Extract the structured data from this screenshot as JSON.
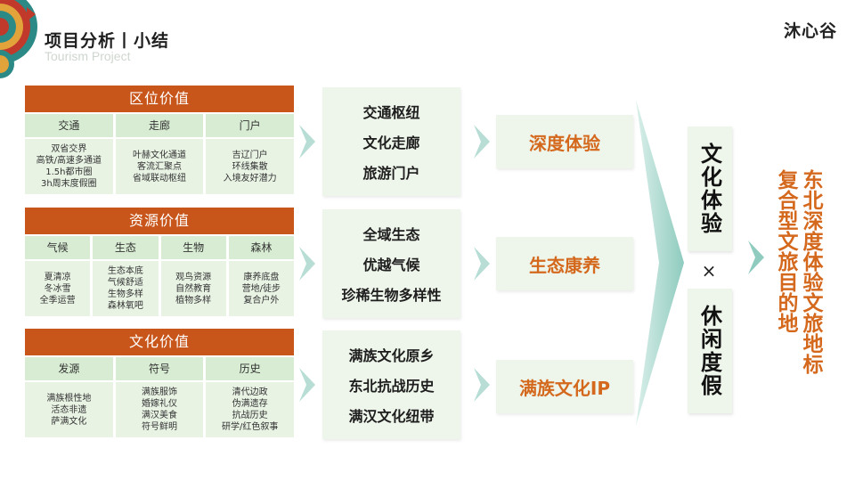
{
  "header": {
    "title": "项目分析丨小结",
    "subtitle": "Tourism Project",
    "logo_text": "沐心谷"
  },
  "panels": [
    {
      "title": "区位价值",
      "columns": [
        {
          "head": "交通",
          "items": [
            "双省交界",
            "高铁/高速多通道",
            "1.5h都市圈",
            "3h周末度假圈"
          ]
        },
        {
          "head": "走廊",
          "items": [
            "叶赫文化通道",
            "客流汇聚点",
            "省域联动枢纽"
          ]
        },
        {
          "head": "门户",
          "items": [
            "吉辽门户",
            "环线集散",
            "入境友好潜力"
          ]
        }
      ]
    },
    {
      "title": "资源价值",
      "columns": [
        {
          "head": "气候",
          "items": [
            "夏清凉",
            "冬冰雪",
            "全季运营"
          ]
        },
        {
          "head": "生态",
          "items": [
            "生态本底",
            "气候舒适",
            "生物多样",
            "森林氧吧"
          ]
        },
        {
          "head": "生物",
          "items": [
            "观鸟资源",
            "自然教育",
            "植物多样"
          ]
        },
        {
          "head": "森林",
          "items": [
            "康养底盘",
            "营地/徒步",
            "复合户外"
          ]
        }
      ]
    },
    {
      "title": "文化价值",
      "columns": [
        {
          "head": "发源",
          "items": [
            "满族根性地",
            "活态非遗",
            "萨满文化"
          ]
        },
        {
          "head": "符号",
          "items": [
            "满族服饰",
            "婚嫁礼仪",
            "满汉美食",
            "符号鲜明"
          ]
        },
        {
          "head": "历史",
          "items": [
            "清代边政",
            "伪满遗存",
            "抗战历史",
            "研学/红色叙事"
          ]
        }
      ]
    }
  ],
  "summaries": [
    {
      "lines": [
        "交通枢纽",
        "文化走廊",
        "旅游门户"
      ]
    },
    {
      "lines": [
        "全域生态",
        "优越气候",
        "珍稀生物多样性"
      ]
    },
    {
      "lines": [
        "满族文化原乡",
        "东北抗战历史",
        "满汉文化纽带"
      ]
    }
  ],
  "results": [
    "深度体验",
    "生态康养",
    "满族文化IP"
  ],
  "combine": {
    "top": "文化体验",
    "times": "×",
    "bottom": "休闲度假"
  },
  "final": {
    "col1": "东北深度体验文旅地标",
    "col2": "复合型文旅目的地"
  },
  "colors": {
    "accent": "#c8561b",
    "result_text": "#d4691e",
    "col_head": "#d7ecd2",
    "col_body": "#e8f3e4",
    "box_bg": "#eef5ea",
    "chevron": "#b7ddd5"
  }
}
